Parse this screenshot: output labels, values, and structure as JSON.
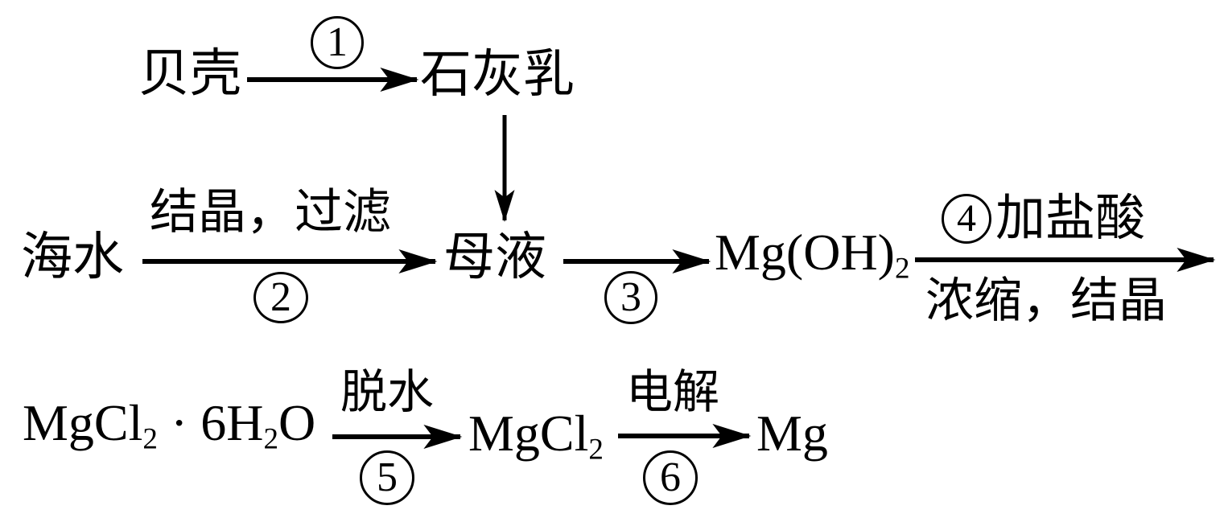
{
  "diagram": {
    "description": "seawater-magnesium-extraction-flowchart",
    "ink_color": "#000000",
    "background_color": "#ffffff"
  },
  "nodes": {
    "shells": {
      "label": "贝壳"
    },
    "lime_milk": {
      "label": "石灰乳"
    },
    "seawater": {
      "label": "海水"
    },
    "mother_liquor": {
      "label": "母液"
    },
    "magnesium_hydroxide": {
      "formula": [
        {
          "t": "Mg(OH)"
        },
        {
          "t": "2",
          "sub": true
        }
      ]
    },
    "magnesium_chloride_hexahydrate": {
      "formula": [
        {
          "t": "MgCl"
        },
        {
          "t": "2",
          "sub": true
        },
        {
          "t": " · 6H"
        },
        {
          "t": "2",
          "sub": true
        },
        {
          "t": "O"
        }
      ]
    },
    "magnesium_chloride": {
      "formula": [
        {
          "t": "MgCl"
        },
        {
          "t": "2",
          "sub": true
        }
      ]
    },
    "magnesium": {
      "label": "Mg"
    }
  },
  "steps": {
    "step1": {
      "number": "1"
    },
    "step2": {
      "number": "2",
      "condition_above": "结晶，过滤"
    },
    "step3": {
      "number": "3"
    },
    "step4": {
      "number": "4",
      "condition_after_number": "加盐酸",
      "condition_below": "浓缩，结晶"
    },
    "step5": {
      "number": "5",
      "condition_above": "脱水"
    },
    "step6": {
      "number": "6",
      "condition_above": "电解"
    }
  }
}
